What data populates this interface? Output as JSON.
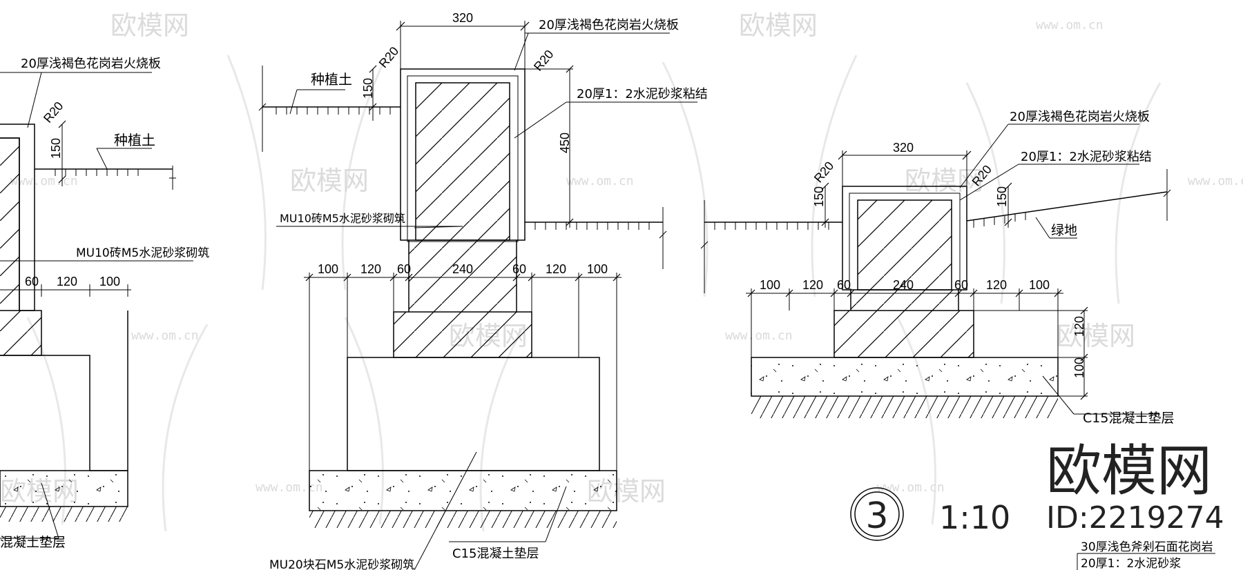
{
  "watermark": {
    "brand": "欧模网",
    "url": "www.om.cn"
  },
  "logo": {
    "brand": "欧模网",
    "id": "ID:2219274"
  },
  "detail": {
    "number": "3",
    "scale": "1:10"
  },
  "left_section": {
    "cap_label": "20厚浅褐色花岗岩火烧板",
    "radius": "R20",
    "height_150": "150",
    "soil_label": "种植土",
    "wall_label": "MU10砖M5水泥砂浆砌筑",
    "dim_60": "60",
    "dim_120": "120",
    "dim_100": "100",
    "base_label": "混凝土垫层"
  },
  "middle_section": {
    "width_320": "320",
    "cap_label": "20厚浅褐色花岗岩火烧板",
    "radius_left": "R20",
    "radius_right": "R20",
    "soil_label": "种植土",
    "height_150": "150",
    "mortar_label": "20厚1：2水泥砂浆粘结",
    "height_450": "450",
    "wall_label": "MU10砖M5水泥砂浆砌筑",
    "dims": [
      "100",
      "120",
      "60",
      "240",
      "60",
      "120",
      "100"
    ],
    "stone_label": "MU20块石M5水泥砂浆砌筑",
    "base_label": "C15混凝土垫层"
  },
  "right_section": {
    "cap_label": "20厚浅褐色花岗岩火烧板",
    "width_320": "320",
    "mortar_label": "20厚1：2水泥砂浆粘结",
    "radius_left": "R20",
    "radius_right": "R20",
    "height_150_left": "150",
    "height_150_right": "150",
    "green_label": "绿地",
    "dims": [
      "100",
      "120",
      "60",
      "240",
      "60",
      "120",
      "100"
    ],
    "height_120": "120",
    "height_100": "100",
    "base_label": "C15混凝土垫层"
  },
  "bottom_right": {
    "line1": "30厚浅色斧剁石面花岗岩",
    "line2": "20厚1：2水泥砂浆"
  }
}
